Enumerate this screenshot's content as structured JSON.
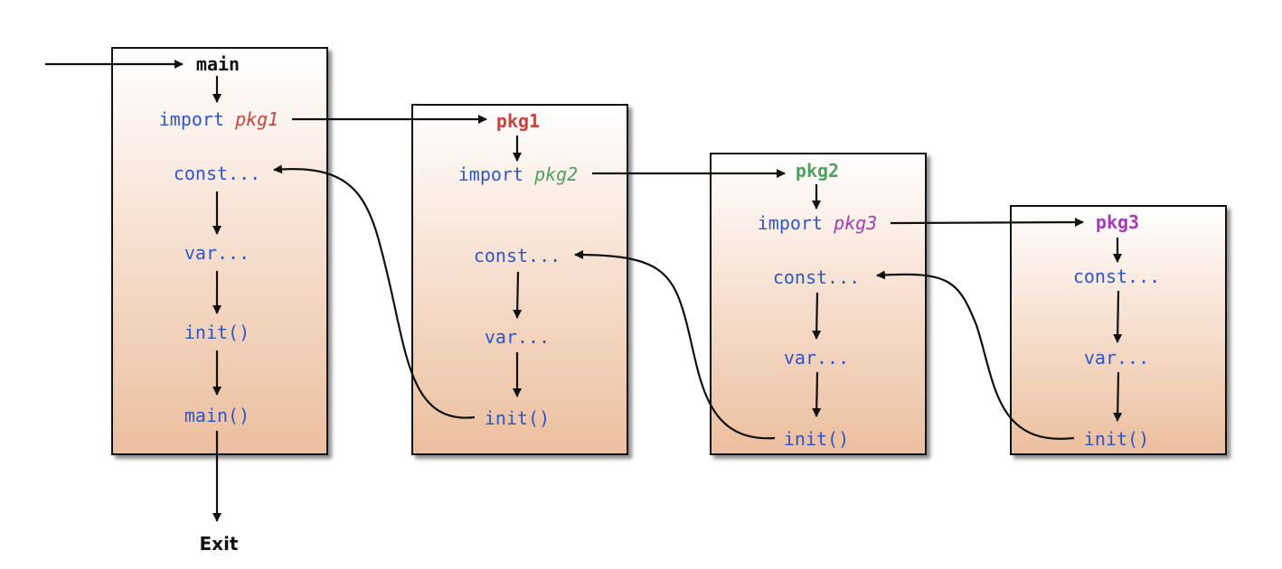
{
  "colors": {
    "code": "#2f56c6",
    "pkg1": "#c8433c",
    "pkg2": "#4ea25f",
    "pkg3": "#a43bb5",
    "text": "#111111"
  },
  "main_box": {
    "head": "main",
    "import_kw": "import",
    "import_pkg": "pkg1",
    "const": "const...",
    "var": "var...",
    "init": "init()",
    "main_call": "main()"
  },
  "pkg1_box": {
    "head": "pkg1",
    "import_kw": "import",
    "import_pkg": "pkg2",
    "const": "const...",
    "var": "var...",
    "init": "init()"
  },
  "pkg2_box": {
    "head": "pkg2",
    "import_kw": "import",
    "import_pkg": "pkg3",
    "const": "const...",
    "var": "var...",
    "init": "init()"
  },
  "pkg3_box": {
    "head": "pkg3",
    "const": "const...",
    "var": "var...",
    "init": "init()"
  },
  "exit_label": "Exit"
}
